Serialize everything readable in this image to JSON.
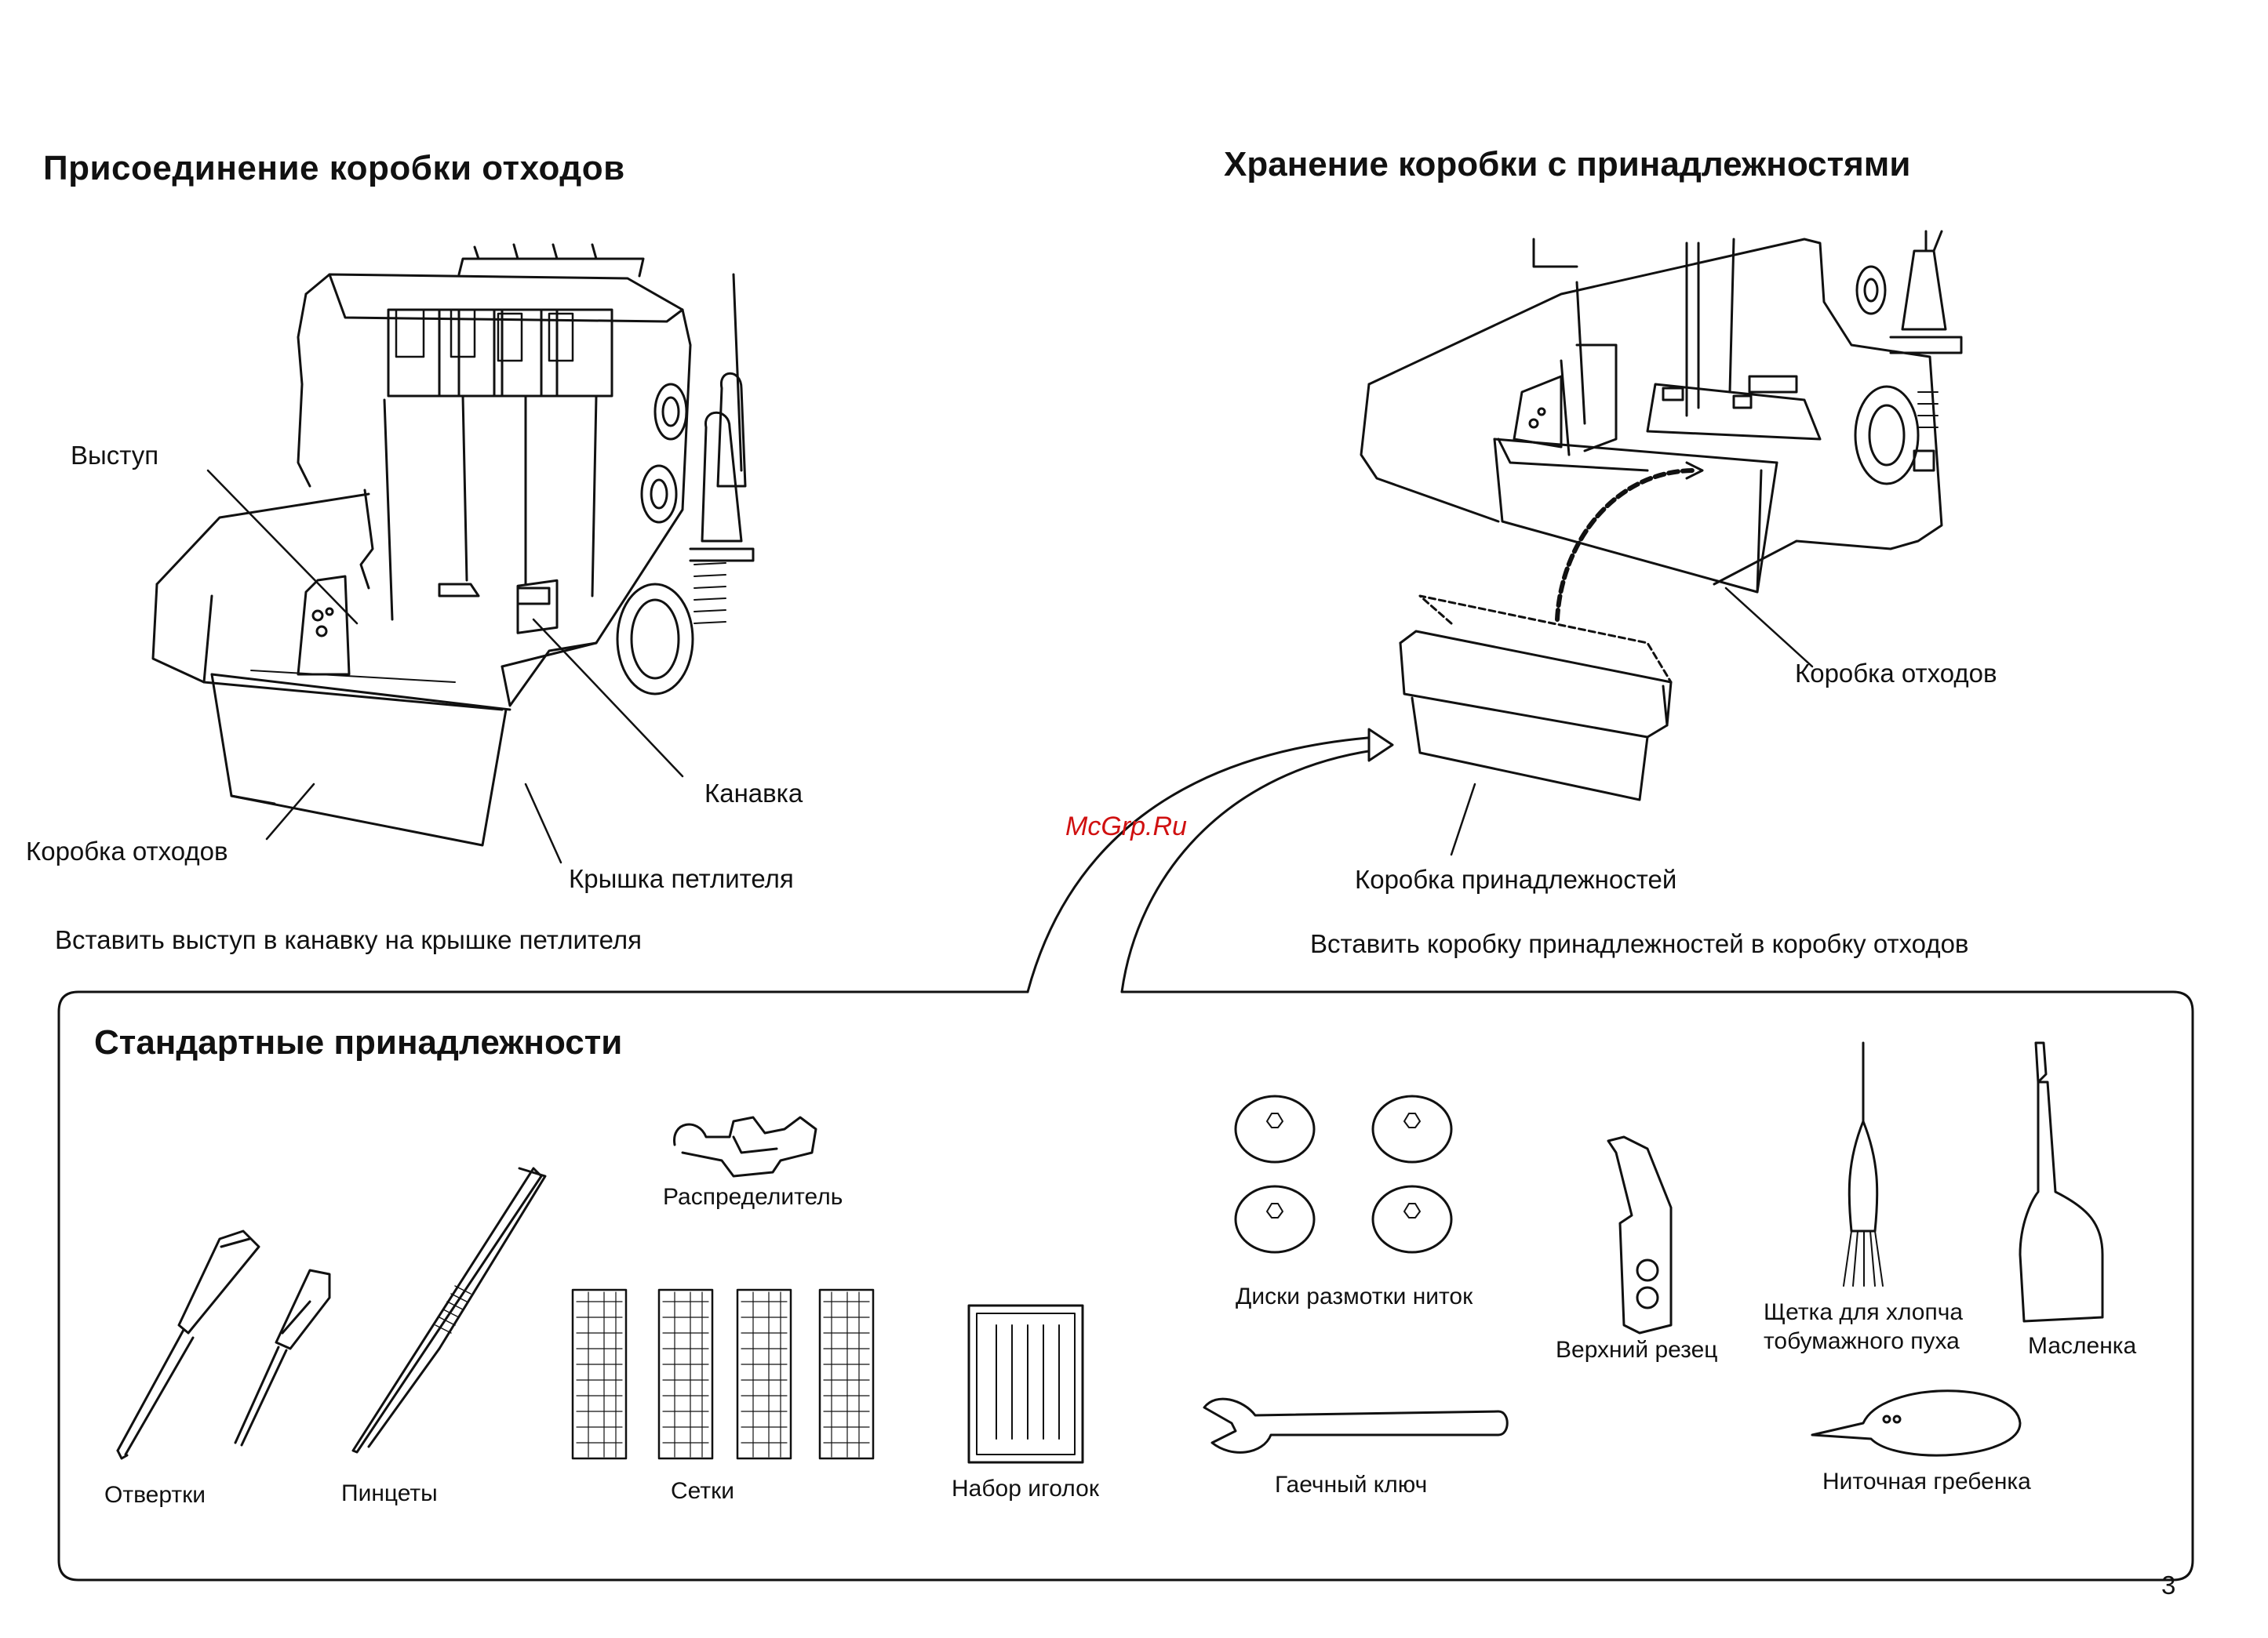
{
  "left_section": {
    "title": "Присоединение коробки отходов",
    "labels": {
      "vystup": "Выступ",
      "kanavka": "Канавка",
      "korobka_othodov": "Коробка отходов",
      "kryshka": "Крышка петлителя"
    },
    "caption": "Вставить выступ в канавку на крышке петлителя"
  },
  "right_section": {
    "title": "Хранение коробки с принадлежностями",
    "labels": {
      "korobka_othodov": "Коробка отходов",
      "korobka_prinadl": "Коробка принадлежностей"
    },
    "caption": "Вставить коробку принадлежностей в коробку отходов"
  },
  "watermark": "McGrp.Ru",
  "accessories": {
    "title": "Стандартные принадлежности",
    "items": {
      "screwdrivers": "Отвертки",
      "tweezers": "Пинцеты",
      "nets": "Сетки",
      "needles": "Набор иголок",
      "distributor": "Распределитель",
      "discs": "Диски размотки ниток",
      "wrench": "Гаечный ключ",
      "cutter": "Верхний резец",
      "brush_line1": "Щетка для хлопча",
      "brush_line2": "тобумажного пуха",
      "oiler": "Масленка",
      "comb": "Ниточная гребенка"
    }
  },
  "page_number": "3"
}
